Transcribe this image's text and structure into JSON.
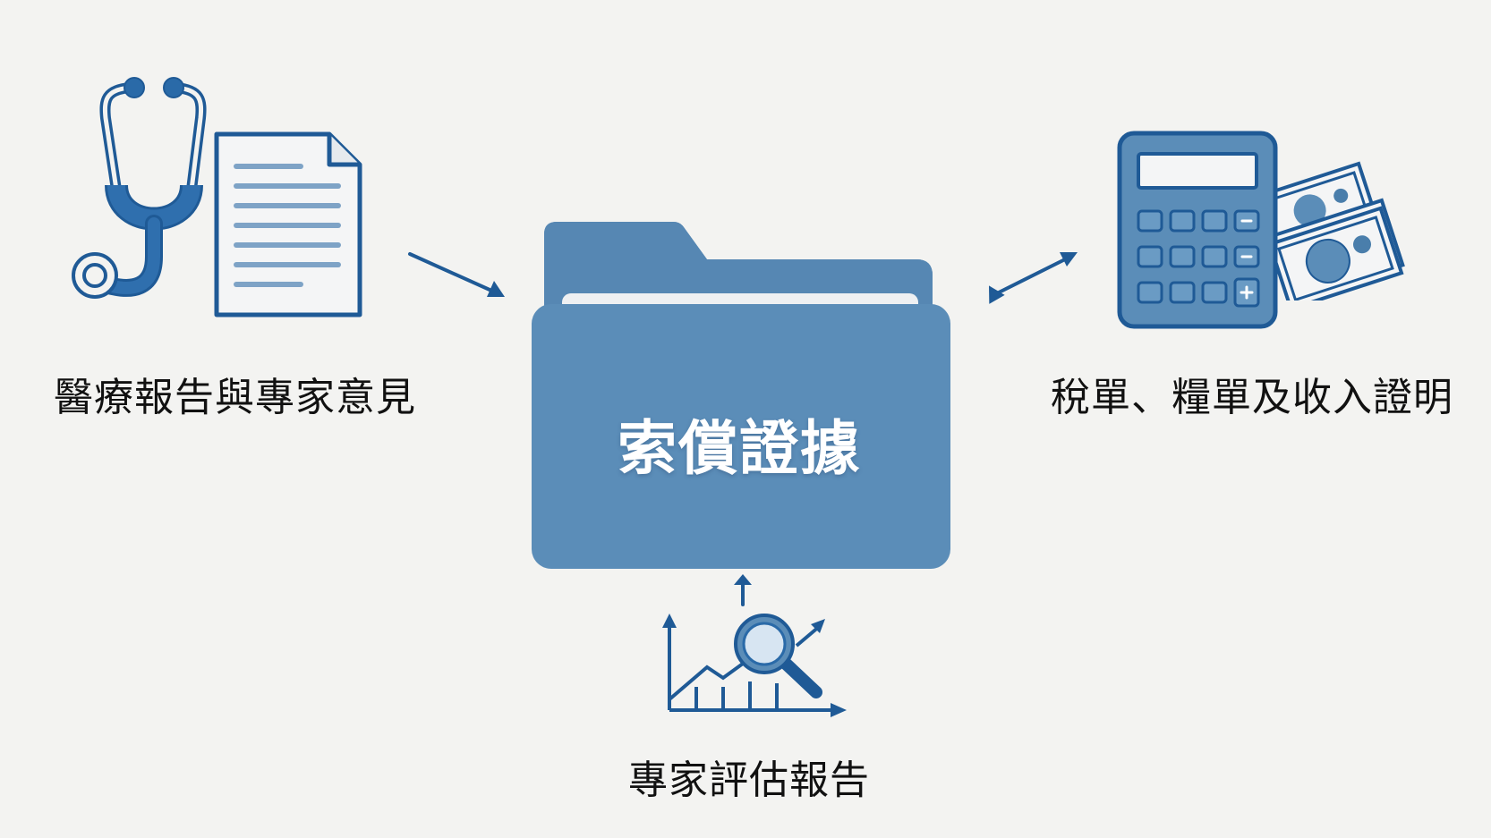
{
  "diagram": {
    "center": {
      "title": "索償證據",
      "icon": "folder-icon"
    },
    "nodes": [
      {
        "id": "medical",
        "label": "醫療報告與專家意見",
        "icons": [
          "stethoscope-icon",
          "document-icon"
        ],
        "arrow": "to-center"
      },
      {
        "id": "income",
        "label": "稅單、糧單及收入證明",
        "icons": [
          "calculator-icon",
          "banknotes-icon"
        ],
        "arrow": "bidirectional"
      },
      {
        "id": "expert",
        "label": "專家評估報告",
        "icons": [
          "chart-magnifier-icon"
        ],
        "arrow": "to-center"
      }
    ],
    "colors": {
      "background": "#f3f3f1",
      "primary_dark": "#1f5a96",
      "folder_fill": "#5b8db8",
      "folder_tab": "#5687b3",
      "paper": "#eef0f2",
      "doc_lines": "#7ea3c6",
      "text": "#111111",
      "text_on_folder": "#ffffff"
    }
  }
}
